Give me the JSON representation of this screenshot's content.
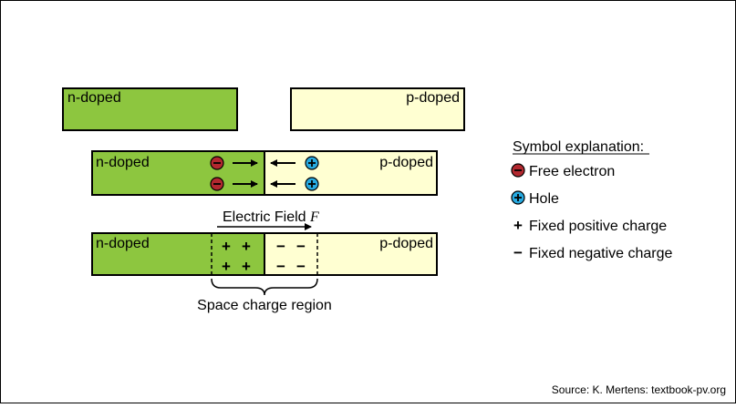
{
  "colors": {
    "n_region": "#8dc63f",
    "p_region": "#ffffd2",
    "electron": "#b2282f",
    "hole": "#27aae1",
    "outline": "#000000"
  },
  "row1": {
    "n_label": "n-doped",
    "p_label": "p-doped"
  },
  "row2": {
    "n_label": "n-doped",
    "p_label": "p-doped"
  },
  "row3": {
    "n_label": "n-doped",
    "p_label": "p-doped"
  },
  "field": {
    "label": "Electric Field",
    "symbol": "F"
  },
  "space_charge": {
    "label": "Space charge region",
    "positive": "+",
    "negative": "−"
  },
  "legend": {
    "title": "Symbol explanation:",
    "items": [
      {
        "icon": "electron-icon",
        "text": "Free electron"
      },
      {
        "icon": "hole-icon",
        "text": "Hole"
      },
      {
        "icon": "plus-icon",
        "symbol": "+",
        "text": "Fixed positive charge"
      },
      {
        "icon": "minus-icon",
        "symbol": "−",
        "text": "Fixed negative charge"
      }
    ]
  },
  "source": "Source: K. Mertens: textbook-pv.org"
}
